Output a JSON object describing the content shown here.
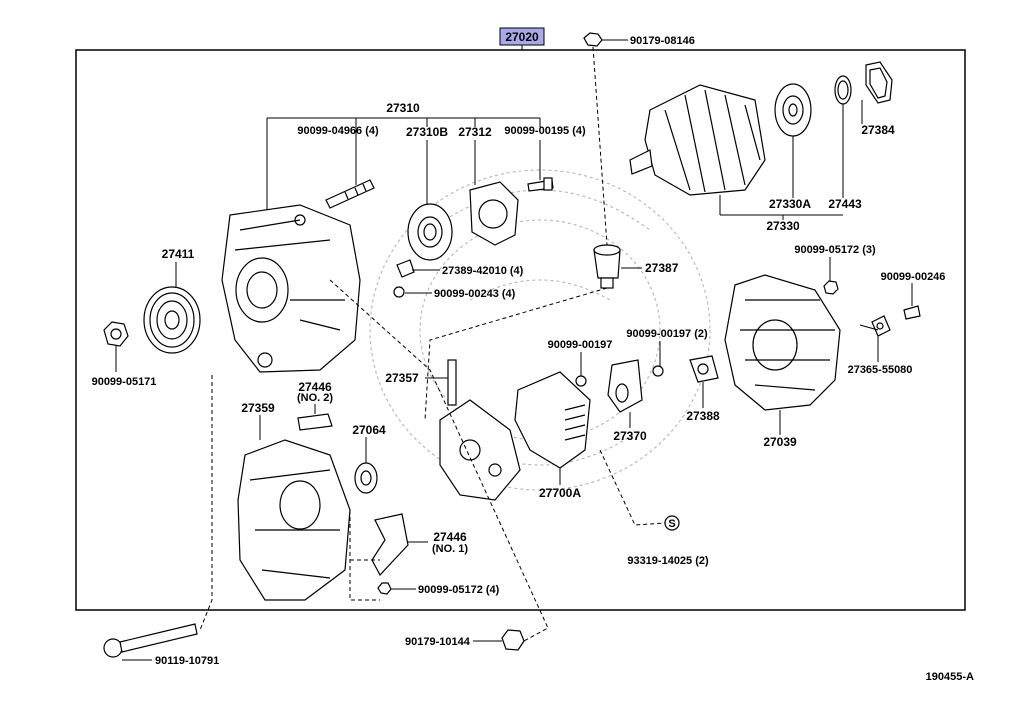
{
  "assembly": {
    "code": "27020",
    "highlight_color": "#a9a9e8"
  },
  "callouts": {
    "p90179_08146": "90179-08146",
    "p27310": "27310",
    "p90099_04966": "90099-04966 (4)",
    "p27310B": "27310B",
    "p27312": "27312",
    "p90099_00195": "90099-00195 (4)",
    "p27411": "27411",
    "p27389": "27389-42010 (4)",
    "p90099_00243": "90099-00243 (4)",
    "p27387": "27387",
    "p90099_05171": "90099-05171",
    "p27384": "27384",
    "p27330A": "27330A",
    "p27443": "27443",
    "p27330": "27330",
    "p90099_05172_3": "90099-05172 (3)",
    "p90099_00246": "90099-00246",
    "p27365": "27365-55080",
    "p27039": "27039",
    "p27446_no2_a": "27446",
    "p27446_no2_b": "(NO. 2)",
    "p27359": "27359",
    "p27064": "27064",
    "p27357": "27357",
    "p90099_00197": "90099-00197",
    "p90099_00197_2": "90099-00197 (2)",
    "p27388": "27388",
    "p27370": "27370",
    "p27700A": "27700A",
    "p27446_no1_a": "27446",
    "p27446_no1_b": "(NO. 1)",
    "p93319": "93319-14025 (2)",
    "p90099_05172_4": "90099-05172 (4)",
    "p90179_10144": "90179-10144",
    "p90119_10791": "90119-10791"
  },
  "figure_id": "190455-A"
}
